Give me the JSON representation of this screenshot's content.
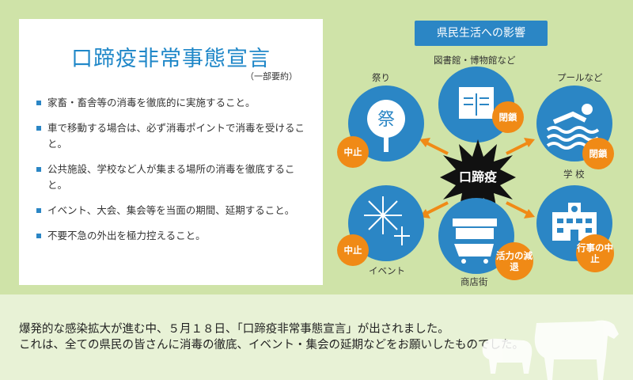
{
  "declaration": {
    "title": "口蹄疫非常事態宣言",
    "subtitle": "（一部要約）",
    "items": [
      "家畜・畜舎等の消毒を徹底的に実施すること。",
      "車で移動する場合は、必ず消毒ポイントで消毒を受けること。",
      "公共施設、学校など人が集まる場所の消毒を徹底すること。",
      "イベント、大会、集会等を当面の期間、延期すること。",
      "不要不急の外出を極力控えること。"
    ]
  },
  "impact": {
    "heading": "県民生活への影響",
    "center": "口蹄疫",
    "nodes": {
      "festival": {
        "label": "祭り",
        "tag": "中止",
        "icon": "festival-fan-icon"
      },
      "library": {
        "label": "図書館・博物館など",
        "tag": "閉鎖",
        "icon": "book-icon"
      },
      "pool": {
        "label": "プールなど",
        "tag": "閉鎖",
        "icon": "swimmer-icon"
      },
      "event": {
        "label": "イベント",
        "tag": "中止",
        "icon": "fireworks-icon"
      },
      "shopping": {
        "label": "商店街",
        "tag": "活力の減退",
        "icon": "shopping-cart-icon"
      },
      "school": {
        "label": "学 校",
        "tag": "行事の中止",
        "icon": "school-building-icon"
      }
    }
  },
  "message": {
    "line1": "爆発的な感染拡大が進む中、５月１８日、「口蹄疫非常事態宣言」が出されました。",
    "line2": "これは、全ての県民の皆さんに消毒の徹底、イベント・集会の延期などをお願いしたものでした。"
  },
  "colors": {
    "blue": "#2b86c5",
    "orange": "#f08a16",
    "green_bg": "#cfe3a8"
  }
}
